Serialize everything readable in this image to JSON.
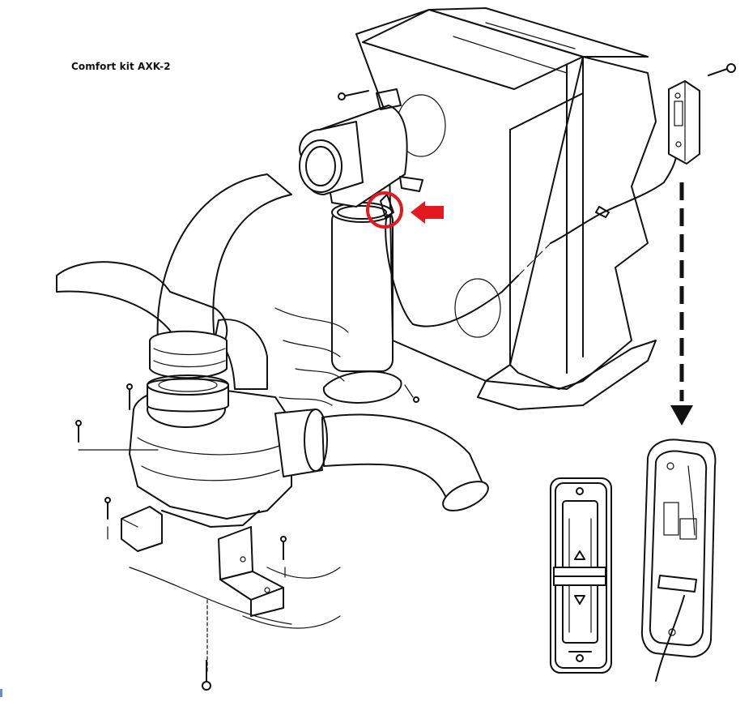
{
  "title": "Comfort kit AXK-2",
  "colors": {
    "highlight": "#e3191f",
    "ink": "#111111",
    "background": "#ffffff"
  },
  "markers": {
    "highlight_circle": "red-circle",
    "arrow": "red-left-arrow",
    "dashed_arrow": "dashed-down-arrow"
  }
}
